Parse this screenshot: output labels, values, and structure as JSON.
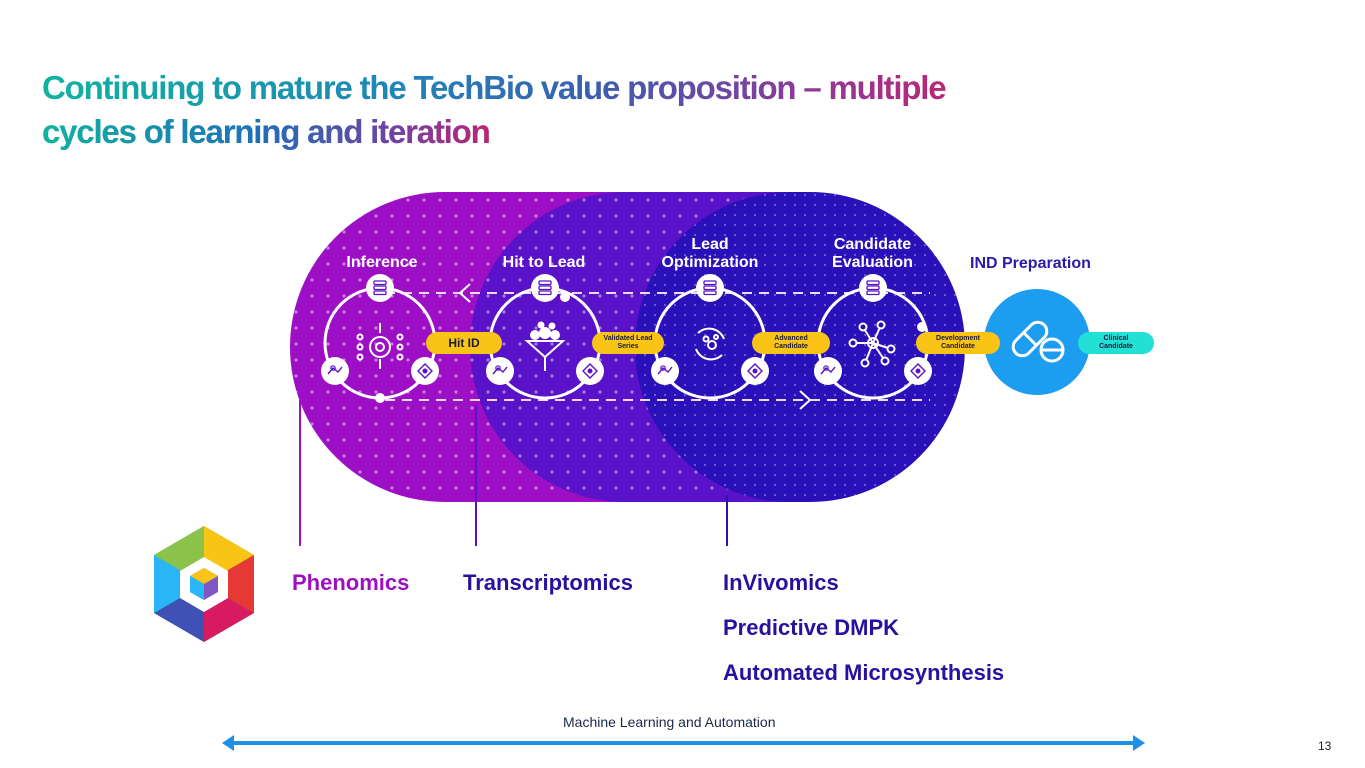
{
  "slide": {
    "title_line1": "Continuing to mature the TechBio value proposition – multiple",
    "title_line2": "cycles of learning and iteration",
    "page_number": "13"
  },
  "stages": [
    {
      "label": "Inference",
      "icon": "network-gear-icon"
    },
    {
      "label": "Hit to Lead",
      "icon": "funnel-icon"
    },
    {
      "label": "Lead\nOptimization",
      "icon": "cycle-cells-icon"
    },
    {
      "label": "Candidate\nEvaluation",
      "icon": "molecule-hub-icon"
    }
  ],
  "transitions": [
    "Hit ID",
    "Validated Lead Series",
    "Advanced Candidate",
    "Development Candidate"
  ],
  "ind": {
    "label": "IND Preparation",
    "icon": "pill-icon",
    "output": "Clinical Candidate"
  },
  "cycle_node_icons": [
    "database-icon",
    "molecule-icon",
    "network-icon"
  ],
  "omics": {
    "phenomics": "Phenomics",
    "transcriptomics": "Transcriptomics",
    "invivomics": "InVivomics",
    "predictive_dmpk": "Predictive DMPK",
    "automated_microsynthesis": "Automated Microsynthesis"
  },
  "footer": {
    "ml_label": "Machine Learning and Automation"
  },
  "colors": {
    "purple": "#9c0fc4",
    "violet": "#5a12c8",
    "indigo": "#2a10b8",
    "yellow": "#f9c416",
    "blue_circle": "#1d9df0",
    "cyan": "#22e0d6",
    "arrow_blue": "#1e90e8"
  }
}
